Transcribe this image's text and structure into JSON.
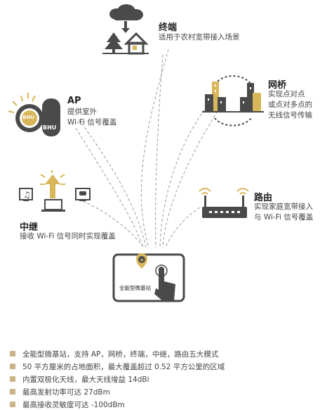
{
  "nodes": {
    "terminal": {
      "title": "终端",
      "desc": [
        "适用于农村宽带接入场景"
      ]
    },
    "bridge": {
      "title": "网桥",
      "desc": [
        "实现点对点",
        "或点对多点的",
        "无线信号传输"
      ]
    },
    "ap": {
      "title": "AP",
      "desc": [
        "提供室外",
        "Wi-Fi 信号覆盖"
      ],
      "badge1": "BHU",
      "badge2": "BHU"
    },
    "repeater": {
      "title": "中继",
      "desc": [
        "接收 Wi-Fi 信号同时实现覆盖"
      ]
    },
    "router": {
      "title": "路由",
      "desc": [
        "实现家庭宽带接入",
        "与 Wi-Fi 信号覆盖"
      ]
    },
    "center": {
      "label": "全能型微基站"
    }
  },
  "features": [
    "全能型微基站，支持 AP，网桥，终端，中继，路由五大模式",
    "50 平方厘米的占地面积，最大覆盖超过 0.52 平方公里的区域",
    "内置双极化天线，最大天线增益 14dBi",
    "最高发射功率可达 27dBm",
    "最高接收灵敏度可达 -100dBm"
  ],
  "colors": {
    "accent": "#c9b48a",
    "dark": "#4a4a4a",
    "gold": "#d8b65a",
    "line": "#9a9a9a"
  }
}
